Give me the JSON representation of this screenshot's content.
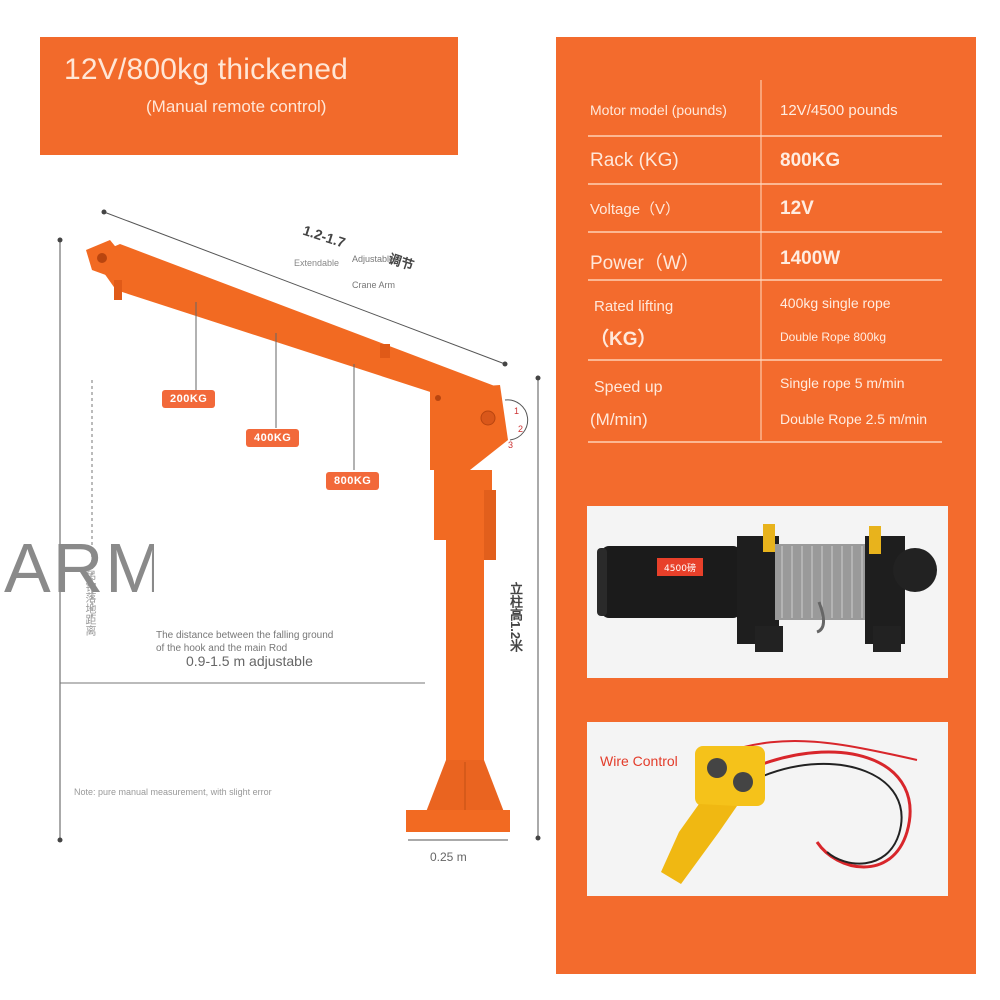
{
  "header": {
    "title": "12V/800kg thickened",
    "subtitle": "(Manual remote control)"
  },
  "specs": {
    "rows": [
      {
        "label": "Motor model (pounds)",
        "value": "12V/4500 pounds"
      },
      {
        "label": "Rack (KG)",
        "value": "800KG"
      },
      {
        "label": "Voltage（V）",
        "value": "12V"
      },
      {
        "label": "Power（W）",
        "value": "1400W"
      },
      {
        "label": "Rated lifting",
        "label2": "（KG）",
        "value": "400kg single rope",
        "value2": "Double Rope 800kg"
      },
      {
        "label": "Speed up",
        "label2": "(M/min)",
        "value": "Single rope 5 m/min",
        "value2": "Double Rope 2.5 m/min"
      }
    ]
  },
  "wire_control_label": "Wire Control",
  "diagram": {
    "arm_dim": "1.2-1.7",
    "arm_dim_cn": "调节",
    "extendable": "Extendable",
    "adjustable": "Adjustable",
    "crane_arm": "Crane Arm",
    "tags": [
      "200KG",
      "400KG",
      "800KG"
    ],
    "hook_distance_1": "The distance between the falling ground",
    "hook_distance_2": "of the hook and the main Rod",
    "hook_adjust": "0.9-1.5 m adjustable",
    "column_height": "立柱高1.2米",
    "left_vertical": "吊钩落地距离",
    "base_width": "0.25 m",
    "note": "Note: pure manual measurement, with slight error",
    "watermark": "ARM",
    "motor_label": "4500磅",
    "angle_marks": [
      "1",
      "2",
      "3"
    ]
  },
  "colors": {
    "orange": "#f36b2d",
    "crane": "#f26a22",
    "dark": "#1b1b1b"
  }
}
